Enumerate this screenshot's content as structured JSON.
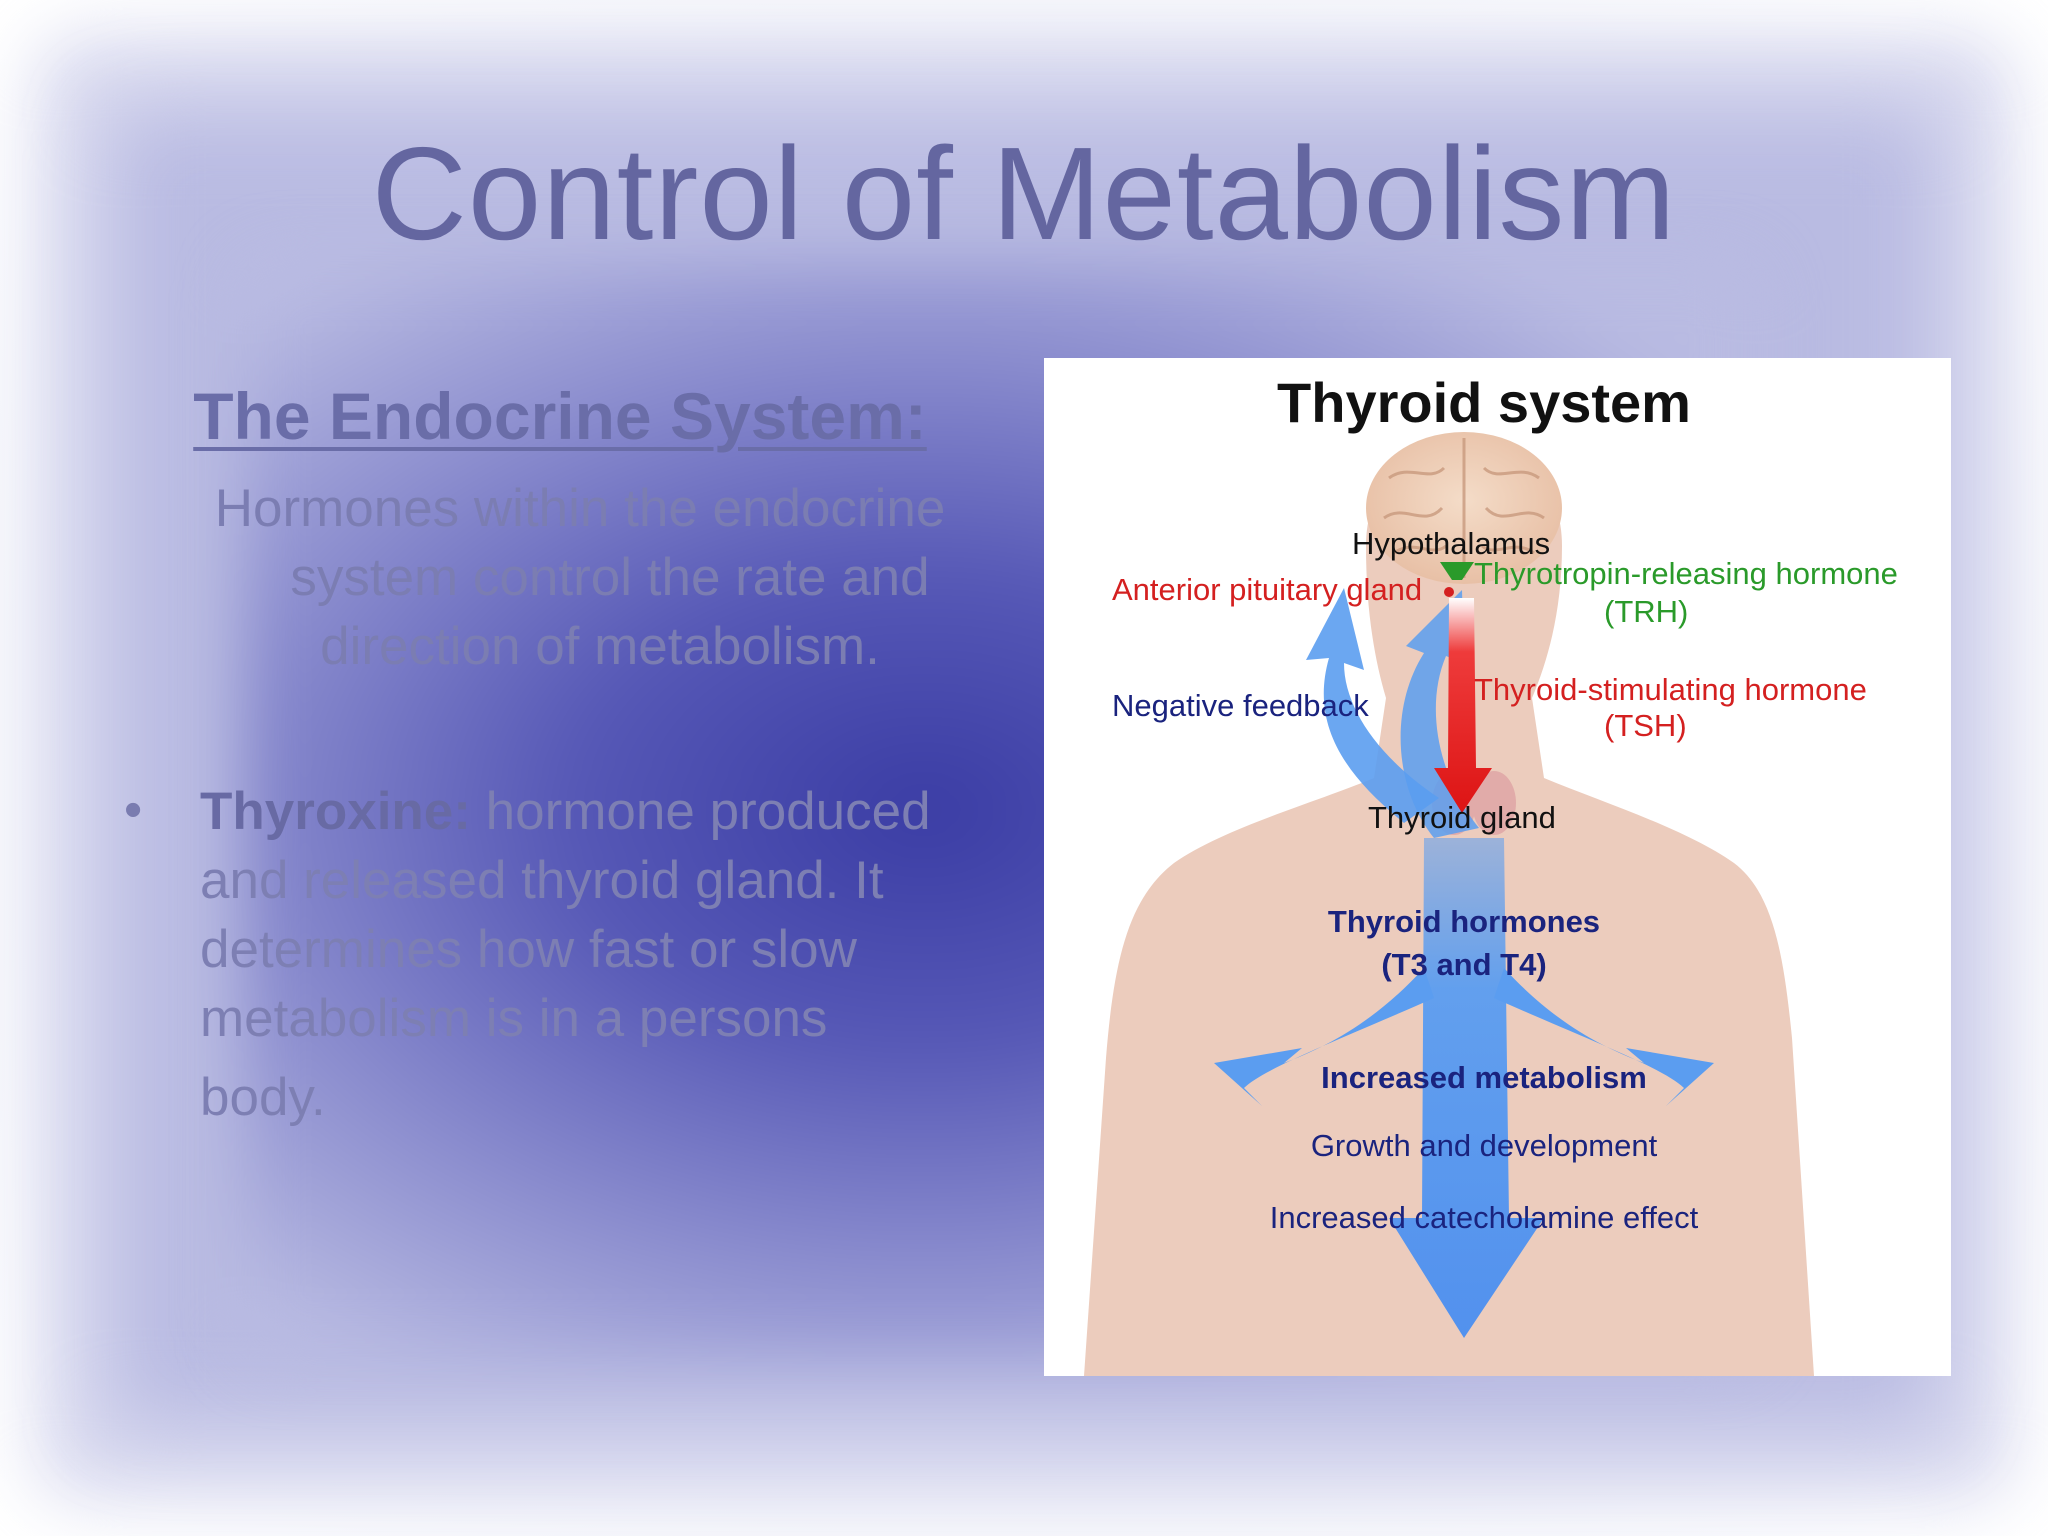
{
  "slide": {
    "title": "Control of Metabolism",
    "subtitle": "The Endocrine System:",
    "intro_lines": [
      "Hormones within the endocrine",
      "system control the rate and",
      "direction of metabolism."
    ],
    "bullet": {
      "term": "Thyroxine:",
      "line1_rest": " hormone produced",
      "lines": [
        "and released thyroid gland. It",
        "determines how fast or slow",
        "metabolism is in a persons",
        "body."
      ]
    }
  },
  "diagram": {
    "title": "Thyroid system",
    "hypothalamus": "Hypothalamus",
    "anterior_pituitary": "Anterior pituitary gland",
    "trh_name": "Thyrotropin-releasing hormone",
    "trh_abbr": "(TRH)",
    "negative_feedback": "Negative feedback",
    "tsh_name": "Thyroid-stimulating hormone",
    "tsh_abbr": "(TSH)",
    "thyroid_gland": "Thyroid gland",
    "thyroid_hormones": "Thyroid hormones",
    "t3_t4": "(T3 and T4)",
    "increased_metabolism": "Increased metabolism",
    "growth": "Growth and development",
    "catecholamine": "Increased catecholamine effect",
    "colors": {
      "red": "#d42020",
      "green": "#2a9a2a",
      "navy": "#1a237e",
      "blue_arrow": "#5b9df0",
      "skin": "#ecccbd"
    }
  }
}
